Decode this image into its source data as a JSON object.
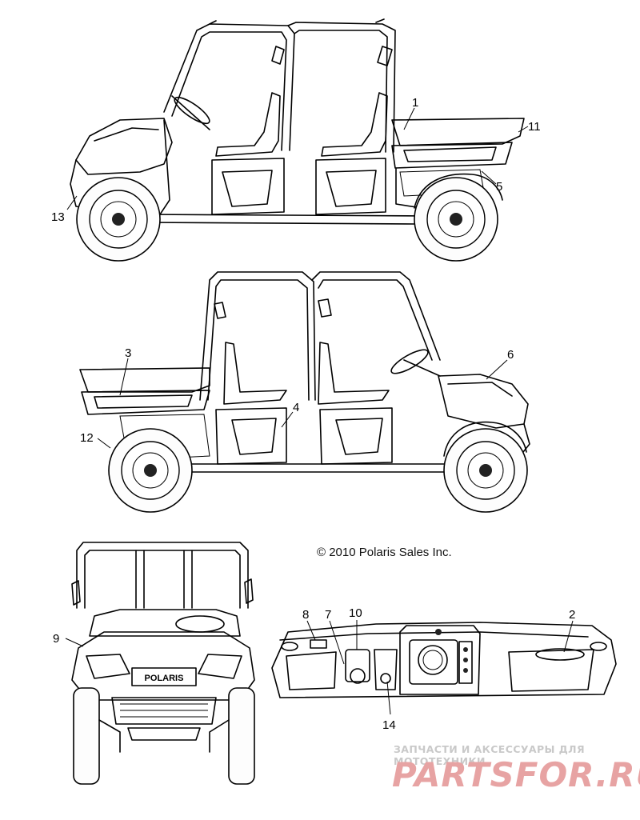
{
  "copyright": "© 2010 Polaris Sales Inc.",
  "grille_badge": "POLARIS",
  "watermark": {
    "tagline": "ЗАПЧАСТИ И АКСЕССУАРЫ ДЛЯ МОТОТЕХНИКИ",
    "logo": "PARTSFOR.RU",
    "color": "#e7a3a3"
  },
  "callouts": {
    "c1": "1",
    "c2": "2",
    "c3": "3",
    "c4": "4",
    "c5": "5",
    "c6": "6",
    "c7": "7",
    "c8": "8",
    "c9": "9",
    "c10": "10",
    "c11": "11",
    "c12": "12",
    "c13": "13",
    "c14": "14"
  }
}
